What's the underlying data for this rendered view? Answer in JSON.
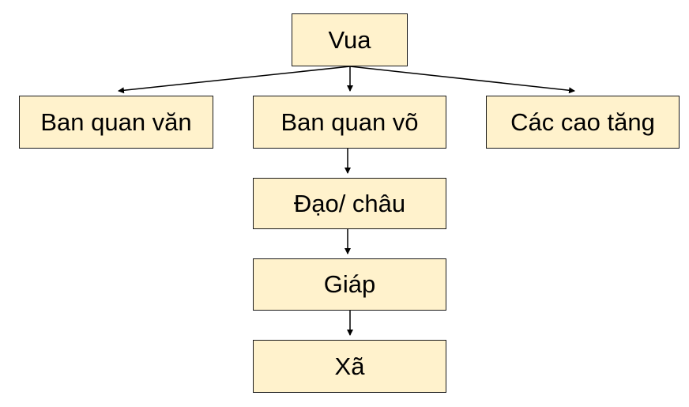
{
  "diagram": {
    "colors": {
      "box_fill": "#fff2cc",
      "box_border": "#1a1a1a",
      "text": "#000000",
      "connector": "#000000"
    },
    "nodes": {
      "vua": "Vua",
      "ban_quan_van": "Ban quan văn",
      "ban_quan_vo": "Ban quan võ",
      "cac_cao_tang": "Các cao tăng",
      "dao_chau": "Đạo/ châu",
      "giap": "Giáp",
      "xa": "Xã"
    },
    "edges": [
      {
        "from": "vua",
        "to": "ban_quan_van"
      },
      {
        "from": "vua",
        "to": "ban_quan_vo"
      },
      {
        "from": "vua",
        "to": "cac_cao_tang"
      },
      {
        "from": "ban_quan_vo",
        "to": "dao_chau"
      },
      {
        "from": "dao_chau",
        "to": "giap"
      },
      {
        "from": "giap",
        "to": "xa"
      }
    ]
  }
}
